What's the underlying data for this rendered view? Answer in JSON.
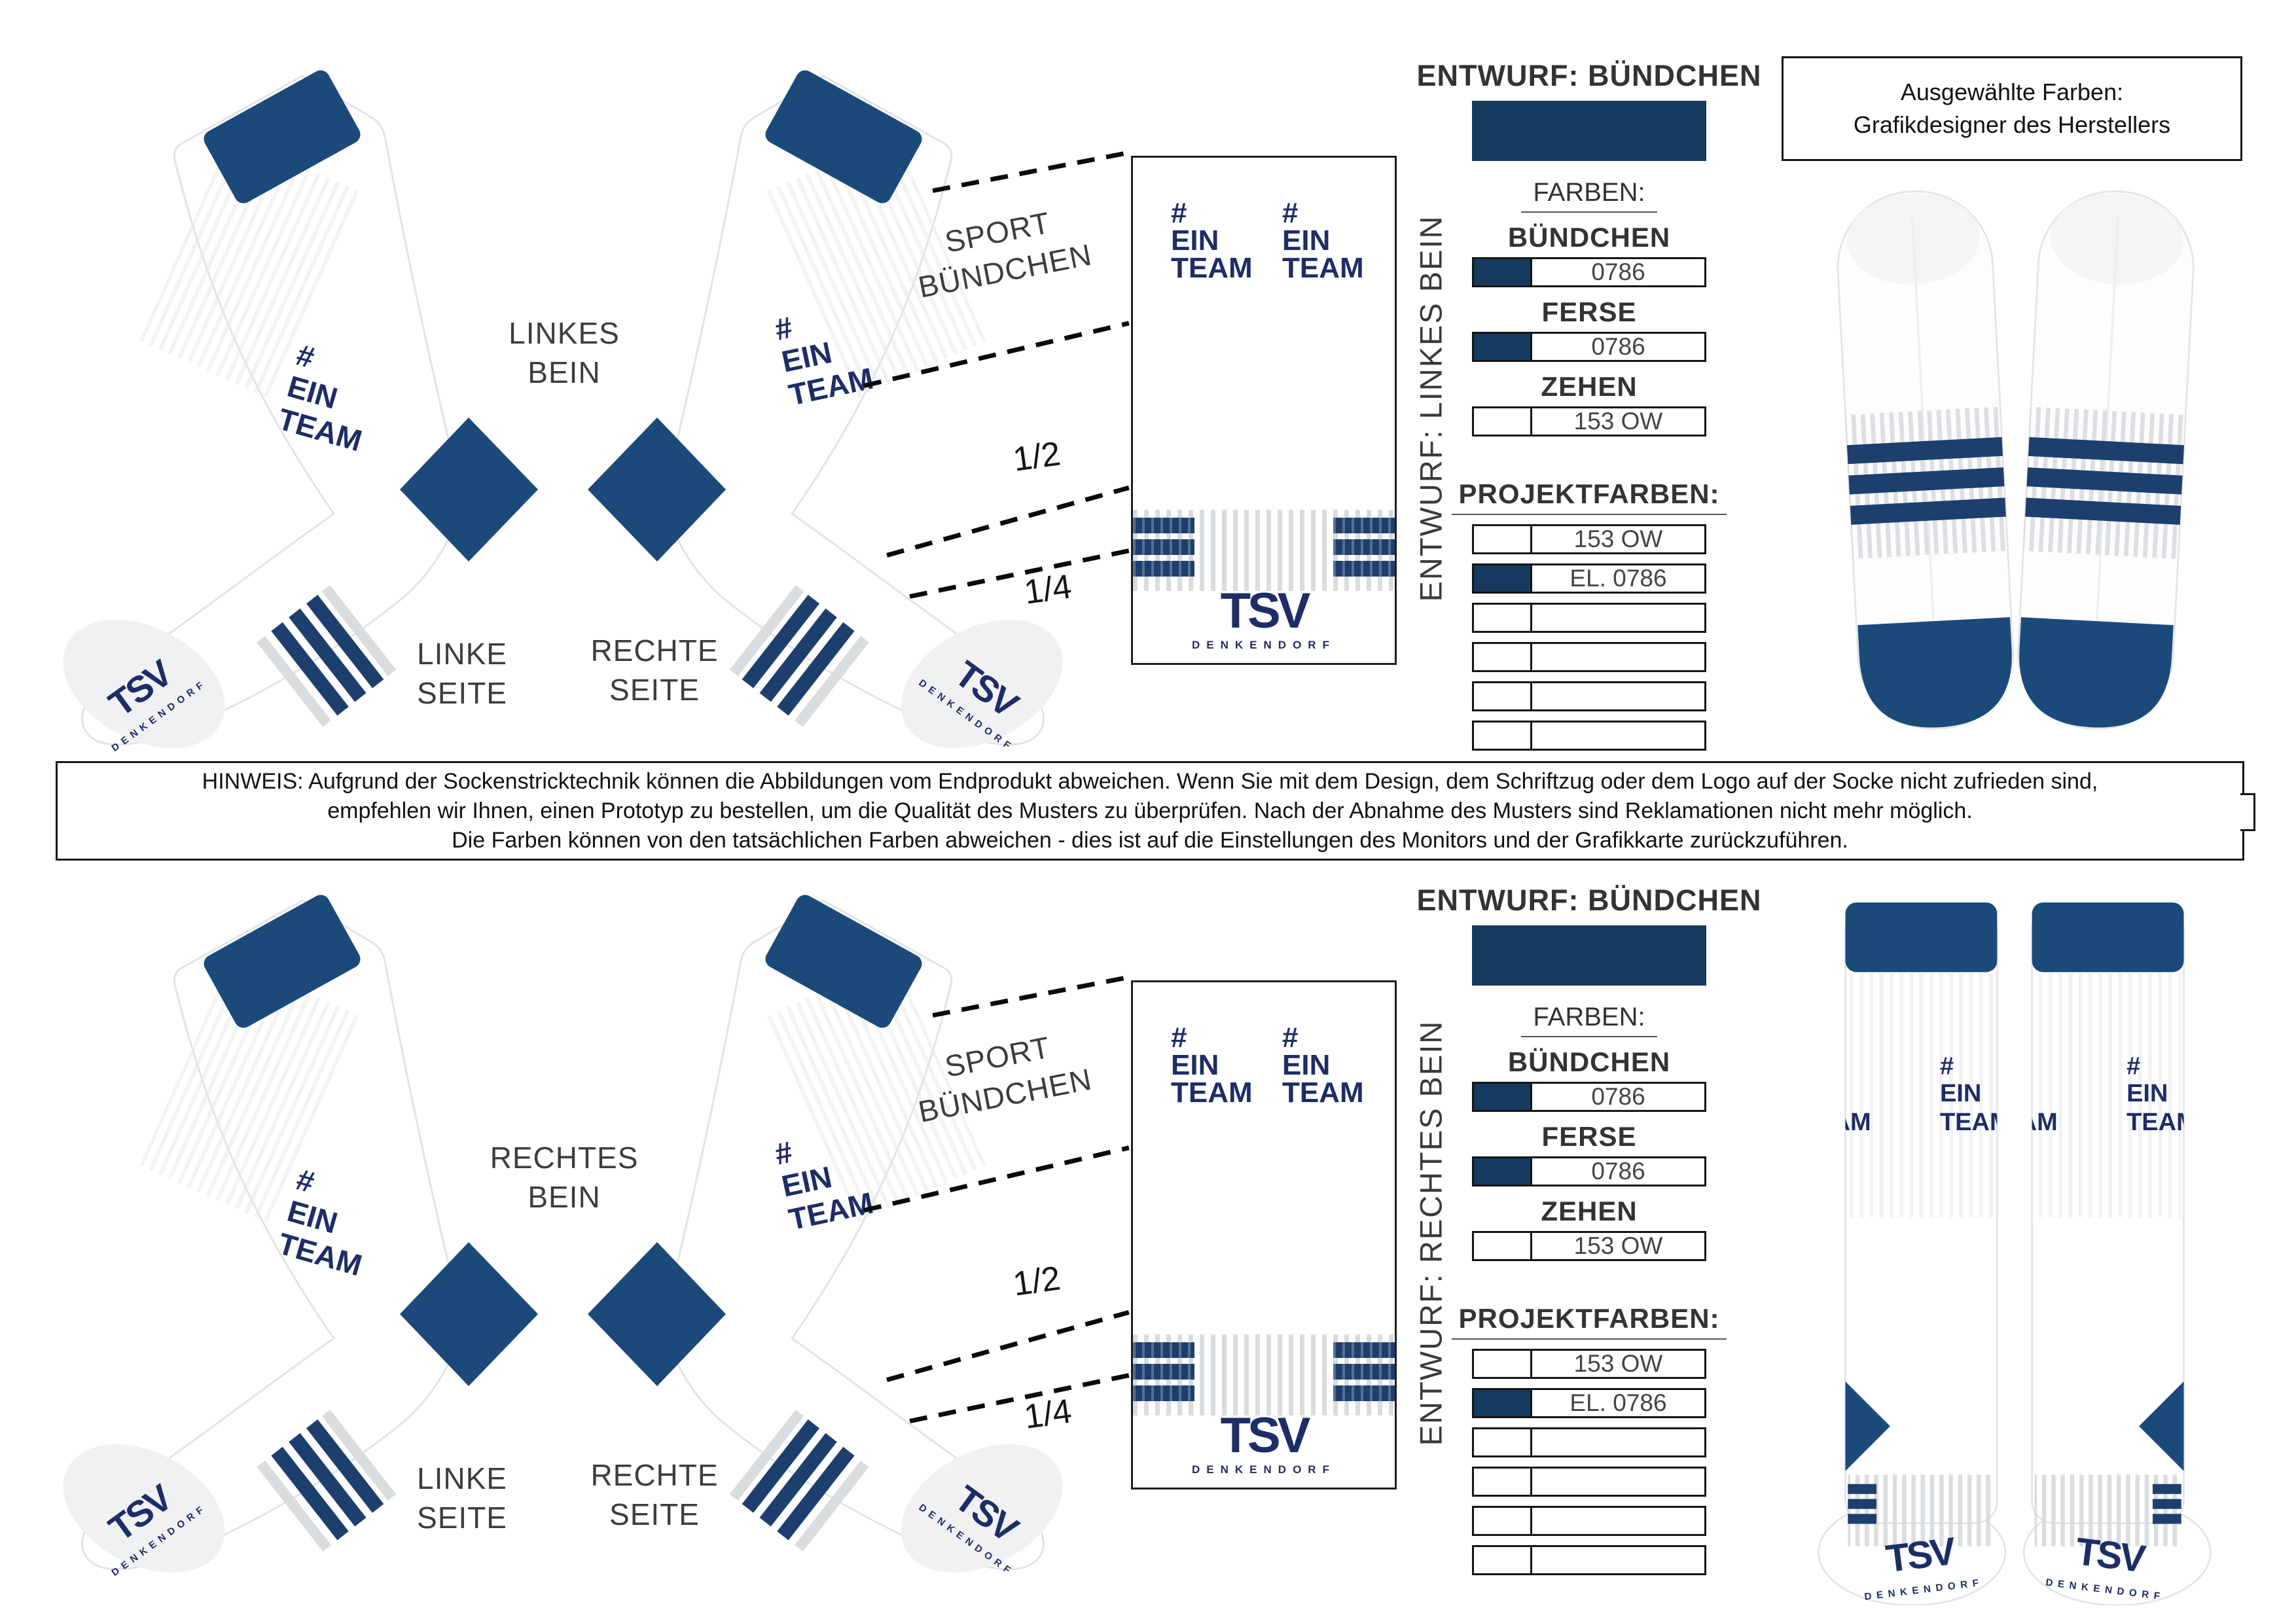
{
  "colors": {
    "navy_swatch": "#163a5f",
    "sock_navy": "#1b4a7a",
    "logo_navy": "#1e2d66",
    "label_gray": "#3d3d3d",
    "white": "#ffffff"
  },
  "selected_colors_box": {
    "line1": "Ausgewählte Farben:",
    "line2": "Grafikdesigner des Herstellers"
  },
  "notice": {
    "line1": "HINWEIS: Aufgrund der Sockenstricktechnik können die Abbildungen vom Endprodukt abweichen. Wenn Sie mit dem Design, dem Schriftzug oder dem Logo auf der Socke nicht zufrieden sind,",
    "line2": "empfehlen wir Ihnen, einen Prototyp zu bestellen, um die Qualität des Musters zu überprüfen. Nach der Abnahme des Musters sind Reklamationen nicht mehr möglich.",
    "line3": "Die Farben können von den tatsächlichen Farben abweichen - dies ist auf die Einstellungen des Monitors und der Grafikkarte zurückzuführen."
  },
  "sock_art": {
    "hashtag": "#",
    "ein": "EIN",
    "team": "TEAM",
    "tsv": "TSV",
    "denkendorf": "DENKENDORF"
  },
  "top_section": {
    "leg_label_line1": "LINKES",
    "leg_label_line2": "BEIN",
    "left_side_line1": "LINKE",
    "left_side_line2": "SEITE",
    "right_side_line1": "RECHTE",
    "right_side_line2": "SEITE",
    "cuff_label_line1": "SPORT",
    "cuff_label_line2": "BÜNDCHEN",
    "half_label": "1/2",
    "quarter_label": "1/4",
    "entwurf_vertical": "ENTWURF: LINKES BEIN",
    "panel": {
      "title": "ENTWURF: BÜNDCHEN",
      "swatch_color": "#163a5f",
      "farben_heading": "FARBEN:",
      "farben": [
        {
          "part": "BÜNDCHEN",
          "code": "0786",
          "swatch_color": "#163a5f"
        },
        {
          "part": "FERSE",
          "code": "0786",
          "swatch_color": "#163a5f"
        },
        {
          "part": "ZEHEN",
          "code": "153 OW",
          "swatch_color": "#ffffff"
        }
      ],
      "projekt_heading": "PROJEKTFARBEN:",
      "projekt": [
        {
          "code": "153 OW",
          "swatch_color": "#ffffff"
        },
        {
          "code": "EL. 0786",
          "swatch_color": "#163a5f"
        },
        {
          "code": "",
          "swatch_color": "#ffffff"
        },
        {
          "code": "",
          "swatch_color": "#ffffff"
        },
        {
          "code": "",
          "swatch_color": "#ffffff"
        },
        {
          "code": "",
          "swatch_color": "#ffffff"
        }
      ]
    }
  },
  "bottom_section": {
    "leg_label_line1": "RECHTES",
    "leg_label_line2": "BEIN",
    "left_side_line1": "LINKE",
    "left_side_line2": "SEITE",
    "right_side_line1": "RECHTE",
    "right_side_line2": "SEITE",
    "cuff_label_line1": "SPORT",
    "cuff_label_line2": "BÜNDCHEN",
    "half_label": "1/2",
    "quarter_label": "1/4",
    "entwurf_vertical": "ENTWURF: RECHTES BEIN",
    "panel": {
      "title": "ENTWURF: BÜNDCHEN",
      "swatch_color": "#163a5f",
      "farben_heading": "FARBEN:",
      "farben": [
        {
          "part": "BÜNDCHEN",
          "code": "0786",
          "swatch_color": "#163a5f"
        },
        {
          "part": "FERSE",
          "code": "0786",
          "swatch_color": "#163a5f"
        },
        {
          "part": "ZEHEN",
          "code": "153 OW",
          "swatch_color": "#ffffff"
        }
      ],
      "projekt_heading": "PROJEKTFARBEN:",
      "projekt": [
        {
          "code": "153 OW",
          "swatch_color": "#ffffff"
        },
        {
          "code": "EL. 0786",
          "swatch_color": "#163a5f"
        },
        {
          "code": "",
          "swatch_color": "#ffffff"
        },
        {
          "code": "",
          "swatch_color": "#ffffff"
        },
        {
          "code": "",
          "swatch_color": "#ffffff"
        },
        {
          "code": "",
          "swatch_color": "#ffffff"
        }
      ]
    }
  }
}
